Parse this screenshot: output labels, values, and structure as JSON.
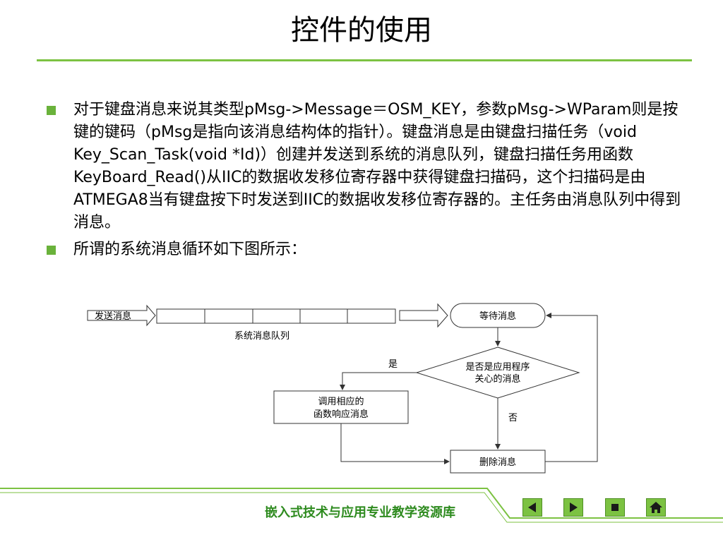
{
  "slide": {
    "title": "控件的使用",
    "bullets": [
      "对于键盘消息来说其类型pMsg->Message＝OSM_KEY，参数pMsg->WParam则是按键的键码（pMsg是指向该消息结构体的指针）。键盘消息是由键盘扫描任务（void Key_Scan_Task(void *Id)）创建并发送到系统的消息队列，键盘扫描任务用函数KeyBoard_Read()从IIC的数据收发移位寄存器中获得键盘扫描码，这个扫描码是由ATMEGA8当有键盘按下时发送到IIC的数据收发移位寄存器的。主任务由消息队列中得到消息。",
      "所谓的系统消息循环如下图所示："
    ]
  },
  "diagram": {
    "send_label": "发送消息",
    "queue_label": "系统消息队列",
    "wait_label": "等待消息",
    "decision_line1": "是否是应用程序",
    "decision_line2": "关心的消息",
    "yes_label": "是",
    "no_label": "否",
    "call_line1": "调用相应的",
    "call_line2": "函数响应消息",
    "delete_label": "删除消息"
  },
  "footer": {
    "text": "嵌入式技术与应用专业教学资源库",
    "nav_icons": [
      "prev-icon",
      "next-icon",
      "stop-icon",
      "home-icon"
    ]
  },
  "colors": {
    "accent": "#7cc242",
    "footer_text": "#2e8b1f"
  }
}
